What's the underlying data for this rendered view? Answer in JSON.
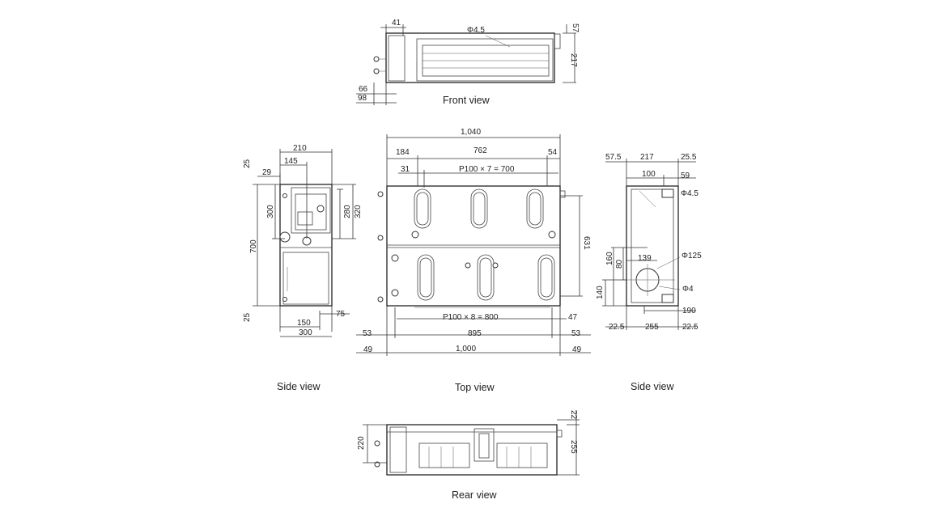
{
  "captions": {
    "front": "Front view",
    "side_left": "Side view",
    "top": "Top view",
    "side_right": "Side view",
    "rear": "Rear view"
  },
  "front_view": {
    "d41": "41",
    "phi45": "Φ4.5",
    "d57": "57",
    "d217": "217",
    "d66": "66",
    "d98": "98"
  },
  "side_left": {
    "d210": "210",
    "d145": "145",
    "d25_top": "25",
    "d29": "29",
    "d300_v": "300",
    "d280": "280",
    "d320": "320",
    "d700": "700",
    "d25_bot": "25",
    "d75": "75",
    "d150": "150",
    "d300_h": "300"
  },
  "top_view": {
    "d1040": "1,040",
    "d184": "184",
    "d762": "762",
    "d54": "54",
    "d31": "31",
    "pitch_top": "P100 × 7 = 700",
    "d631": "631",
    "d47": "47",
    "pitch_bottom": "P100 × 8 = 800",
    "d53_left": "53",
    "d895": "895",
    "d53_right": "53",
    "d49_left": "49",
    "d1000": "1,000",
    "d49_right": "49"
  },
  "side_right": {
    "d575": "57.5",
    "d217": "217",
    "d255_top": "25.5",
    "d100": "100",
    "d59": "59",
    "phi45": "Φ4.5",
    "d160": "160",
    "d80": "80",
    "d139": "139",
    "phi125": "Φ125",
    "d140": "140",
    "phi4": "Φ4",
    "d190": "190",
    "d225_left": "22.5",
    "d255": "255",
    "d225_right": "22.5"
  },
  "rear_view": {
    "d22": "22",
    "d220": "220",
    "d255": "255"
  }
}
